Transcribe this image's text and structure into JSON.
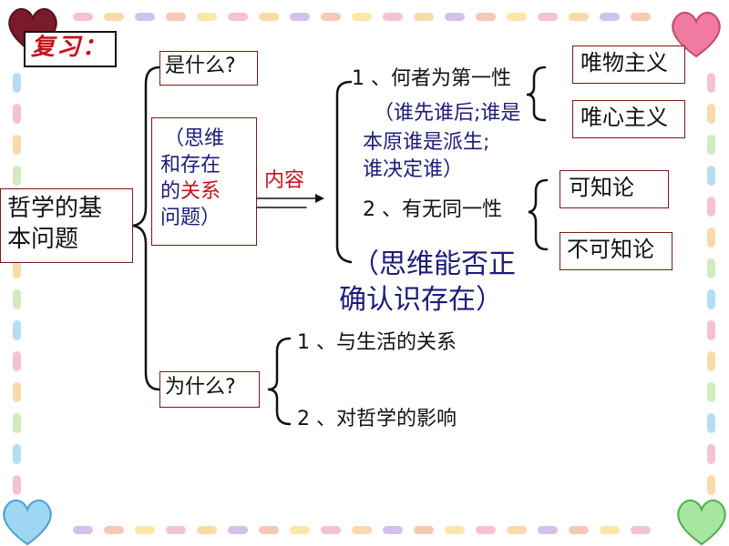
{
  "title": "复习：",
  "root": {
    "line1": "哲学的基",
    "line2": "本问题"
  },
  "branches": {
    "what": "是什么?",
    "why": "为什么?"
  },
  "relation": {
    "line1": "（思维",
    "line2": "和存在",
    "line3a": "的",
    "line3b": "关系",
    "line4": "问题）"
  },
  "arrow_label": "内容",
  "aspects": {
    "first": "1 、何者为第一性",
    "first_explain": {
      "line1": "（谁先谁后;谁是",
      "line2": "本原谁是派生;",
      "line3": "谁决定谁）"
    },
    "second": "2 、有无同一性",
    "second_explain": {
      "line1": "（思维能否正",
      "line2": "确认识存在）"
    }
  },
  "schools": {
    "materialism": "唯物主义",
    "idealism": "唯心主义",
    "knowable": "可知论",
    "unknowable": "不可知论"
  },
  "why_items": [
    "1 、与生活的关系",
    "2 、对哲学的影响"
  ],
  "colors": {
    "highlight_red": "#c4121b",
    "explanation_navy": "#1c1c7a",
    "box_border": "#7a1a14"
  }
}
